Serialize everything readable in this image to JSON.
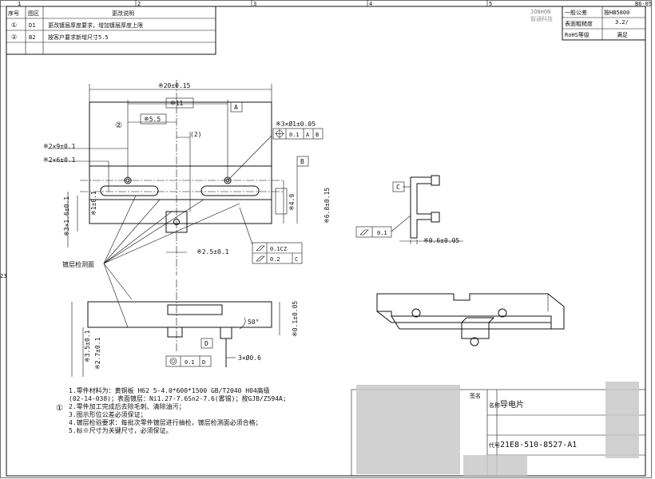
{
  "drawing": {
    "top_ruler": [
      "1",
      "2",
      "3",
      "4",
      "5"
    ],
    "side_ruler_left": "23",
    "corner_code": "B6-05",
    "revision_table": {
      "headers": [
        "序号",
        "图区",
        "更改说明"
      ],
      "rows": [
        [
          "①",
          "D1",
          "更改镀层厚度要求，增加镀层厚度上限"
        ],
        [
          "②",
          "B2",
          "按客户要求新增尺寸5.5"
        ]
      ]
    },
    "spec_table": {
      "logo": "JONHON",
      "logo_sub": "智通科技",
      "rows": [
        [
          "一般公差",
          "按HB5800"
        ],
        [
          "表面粗糙度",
          "3.2/"
        ],
        [
          "RoHS等级",
          "满足"
        ]
      ]
    },
    "dims": {
      "d20": "※20±0.15",
      "d11": "※11",
      "d55": "※5.5",
      "d2ref": "(2)",
      "d2x9": "※2×9±0.1",
      "d2x6": "※2×6±0.1",
      "d3x1": "※3×1.6±0.1",
      "d1": "※1±0.1",
      "d49": "※4.9",
      "d68": "※6.8±0.15",
      "d25": "※2.5±0.1",
      "d3phi": "※3×Ø1±0.05",
      "pos_tol": "0.1",
      "pos_ref1": "A",
      "pos_ref2": "B",
      "flat1": "0.1CZ",
      "flat2": "0.2",
      "flat2_ref": "C",
      "dA": "A",
      "dB": "B",
      "circle2": "②",
      "plating_label": "镀层检测面",
      "d35": "※3.5±0.1",
      "d27": "※2.7±0.1",
      "d005": "※0.1±0.05",
      "angle": "50°",
      "dD": "D",
      "d3x06": "3×Ø0.6",
      "conc_tol": "0.1",
      "conc_ref": "D",
      "side_C": "C",
      "side_flat": "0.1",
      "d06": "※0.6±0.05"
    },
    "notes": [
      "1.零件材料为：黄铜板 H62  5-4.0*600*1500 GB/T2040 H04高级",
      "  (02-14-038)；表面镀层：Ni1.27-7.6Sn2-7.6(雾锡)；按GJB/Z594A;",
      "2.零件加工完成后去除毛刺、清除油污；",
      "3.图示形位公差必须保证；",
      "4.镀层检验要求：每批次零件镀层进行抽检，镀层检测面必须合格；",
      "5.标※尺寸为关键尺寸，必须保证。"
    ],
    "notes_marker": "①",
    "title_block": {
      "sign_label": "签名",
      "name_label": "名称",
      "name": "导电片",
      "code_label": "代号",
      "code": "21E8-510-8527-A1"
    }
  }
}
